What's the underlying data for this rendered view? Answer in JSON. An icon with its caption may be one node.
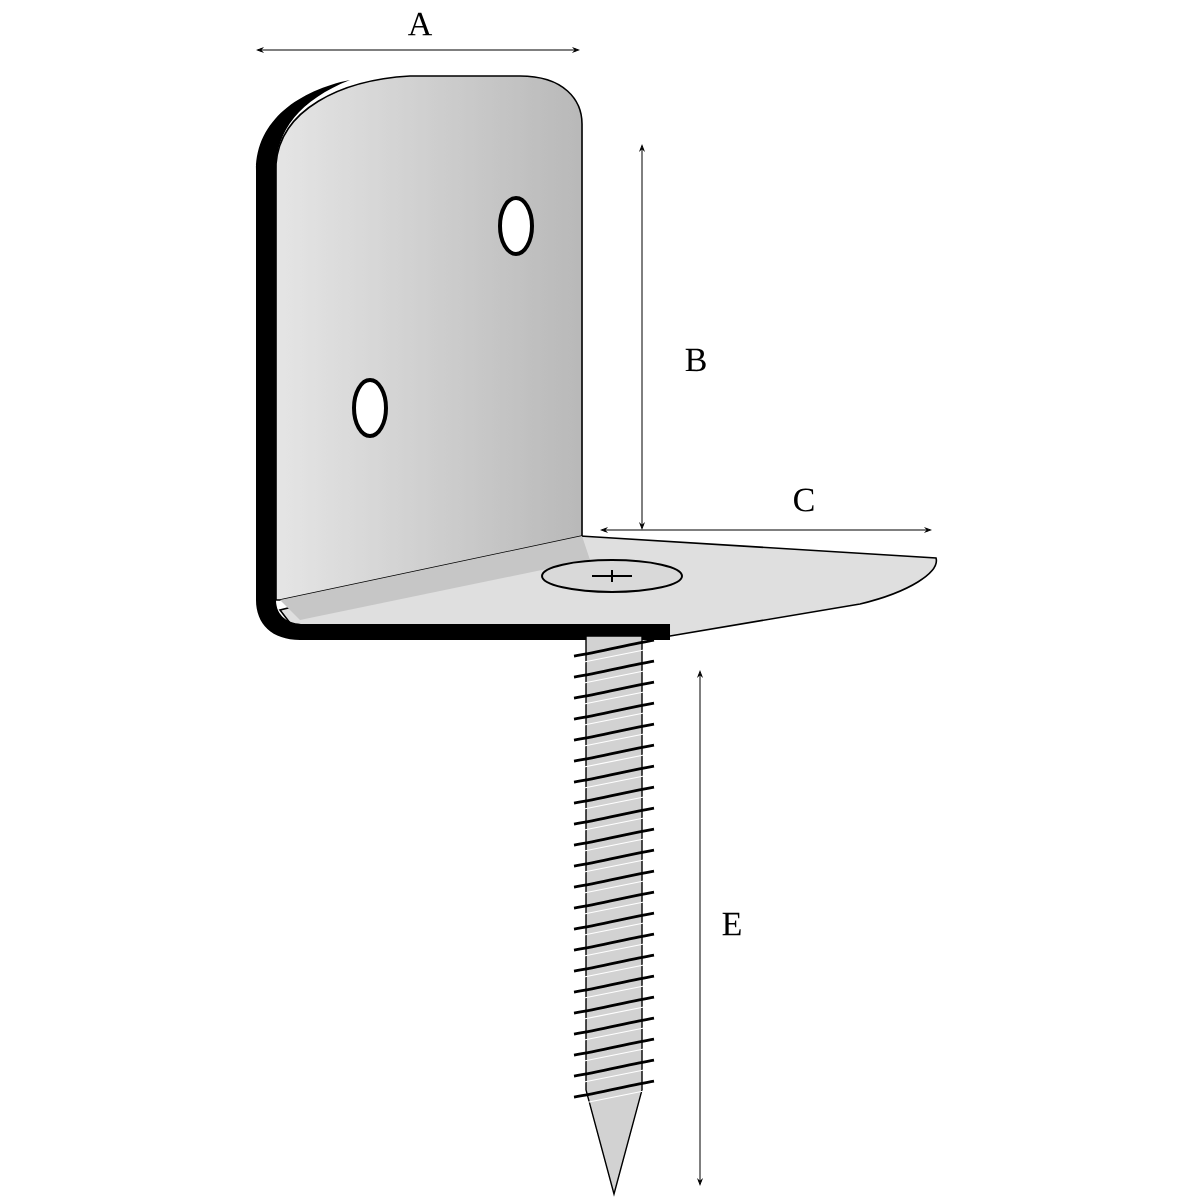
{
  "diagram": {
    "labels": [
      "A",
      "B",
      "C",
      "E"
    ]
  }
}
